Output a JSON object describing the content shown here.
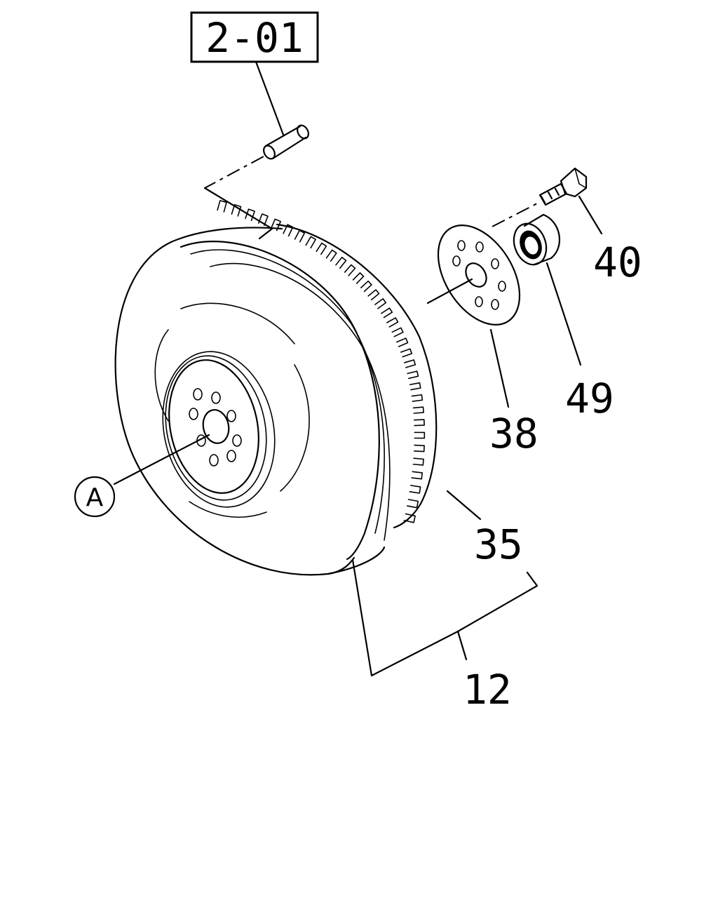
{
  "diagram": {
    "reference_box": "2-01",
    "callout_a": "A",
    "parts": {
      "p40": "40",
      "p49": "49",
      "p38": "38",
      "p35": "35",
      "p12": "12"
    }
  }
}
